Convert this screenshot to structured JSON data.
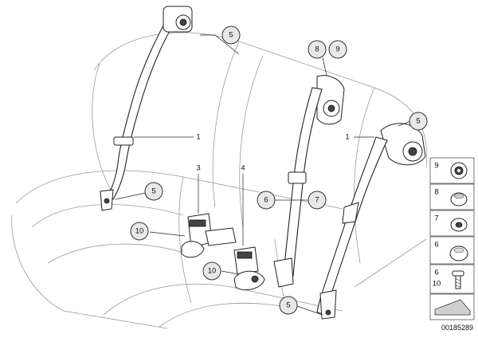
{
  "callouts": {
    "c5_top": "5",
    "c8": "8",
    "c9": "9",
    "c5_right": "5",
    "c1_left": "1",
    "c1_right": "1",
    "c3": "3",
    "c4": "4",
    "c5_left": "5",
    "c6": "6",
    "c7": "7",
    "c10_left": "10",
    "c10_mid": "10",
    "c5_bottom": "5"
  },
  "legend": {
    "items": [
      {
        "label": "9"
      },
      {
        "label": "8"
      },
      {
        "label": "7"
      },
      {
        "label": "6"
      },
      {
        "label_top": "6",
        "label_bottom": "10"
      }
    ]
  },
  "reference_number": "00185289"
}
